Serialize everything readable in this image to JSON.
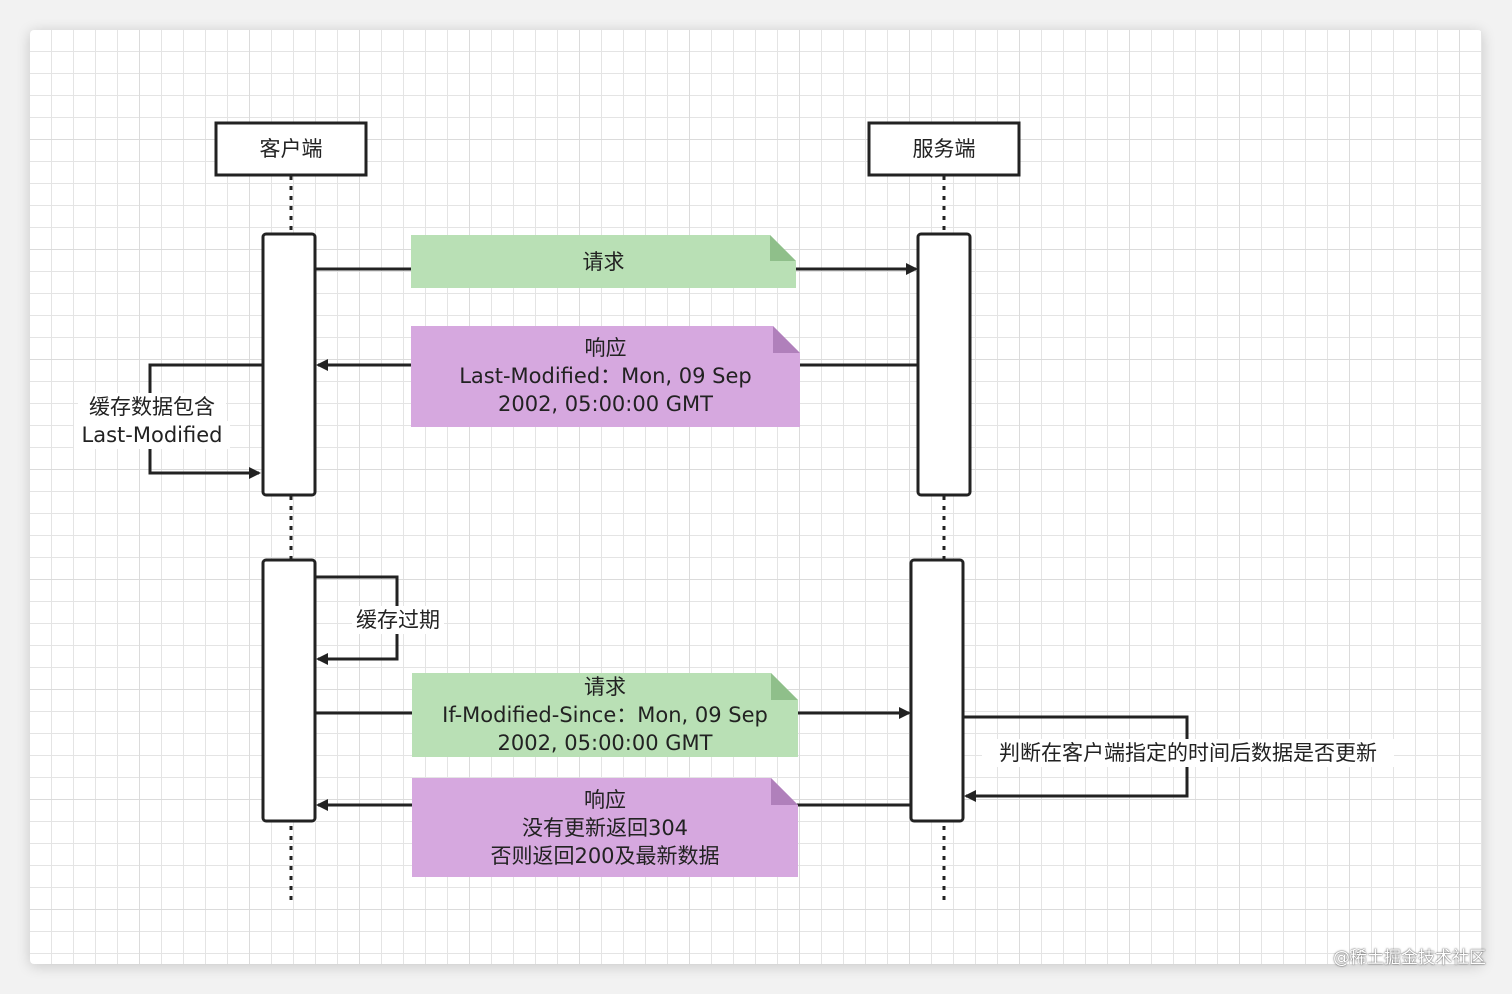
{
  "participants": {
    "client": "客户端",
    "server": "服务端"
  },
  "messages": {
    "request1": {
      "line1": "请求",
      "color": "#b9e0b5"
    },
    "response1": {
      "line1": "响应",
      "line2": "Last-Modified：Mon, 09 Sep",
      "line3": "2002, 05:00:00 GMT",
      "color": "#d6a8df"
    },
    "request2": {
      "line1": "请求",
      "line2": "If-Modified-Since：Mon, 09 Sep",
      "line3": "2002, 05:00:00 GMT",
      "color": "#b9e0b5"
    },
    "response2": {
      "line1": "响应",
      "line2": "没有更新返回304",
      "line3": "否则返回200及最新数据",
      "color": "#d6a8df"
    }
  },
  "self_messages": {
    "cache_store": {
      "line1": "缓存数据包含",
      "line2": "Last-Modified"
    },
    "cache_expired": "缓存过期",
    "server_check": "判断在客户端指定的时间后数据是否更新"
  },
  "watermark": "@稀土掘金技术社区"
}
